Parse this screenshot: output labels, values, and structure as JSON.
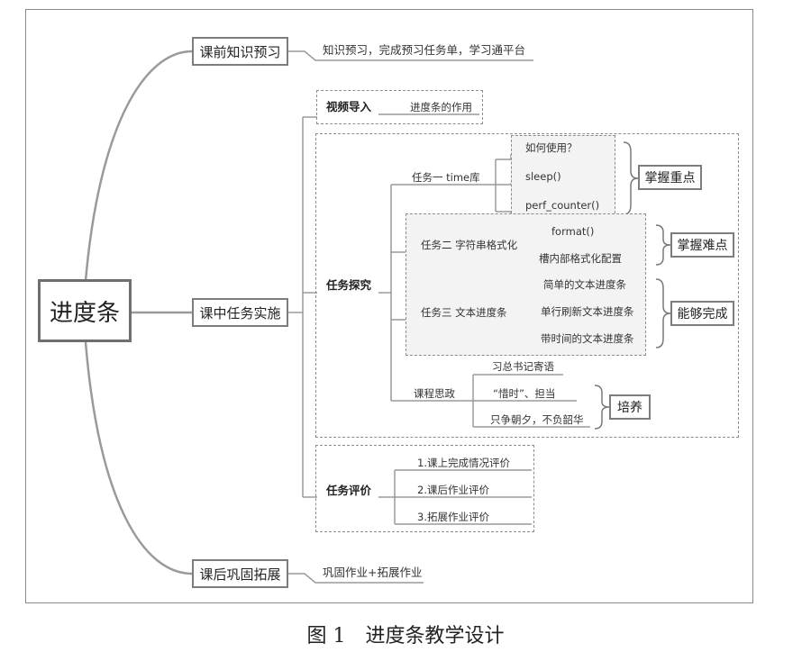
{
  "root": "进度条",
  "branches": {
    "pre_class": {
      "title": "课前知识预习",
      "detail": "知识预习，完成预习任务单，学习通平台"
    },
    "in_class": {
      "title": "课中任务实施",
      "video": {
        "title": "视频导入",
        "detail": "进度条的作用"
      },
      "explore": {
        "title": "任务探究",
        "task1": {
          "title": "任务一 time库",
          "items": [
            "如何使用？",
            "sleep()",
            "perf_counter()"
          ],
          "goal": "掌握重点"
        },
        "task2": {
          "title": "任务二 字符串格式化",
          "items": [
            "format()",
            "槽内部格式化配置"
          ],
          "goal": "掌握难点"
        },
        "task3": {
          "title": "任务三 文本进度条",
          "items": [
            "简单的文本进度条",
            "单行刷新文本进度条",
            "带时间的文本进度条"
          ],
          "goal": "能够完成"
        },
        "ideology": {
          "title": "课程思政",
          "items": [
            "习总书记寄语",
            "“惜时”、担当",
            "只争朝夕，不负韶华"
          ],
          "goal": "培养"
        }
      },
      "evaluation": {
        "title": "任务评价",
        "items": [
          "1.课上完成情况评价",
          "2.课后作业评价",
          "3.拓展作业评价"
        ]
      }
    },
    "post_class": {
      "title": "课后巩固拓展",
      "detail": "巩固作业+拓展作业"
    }
  },
  "caption": "图 1　进度条教学设计"
}
